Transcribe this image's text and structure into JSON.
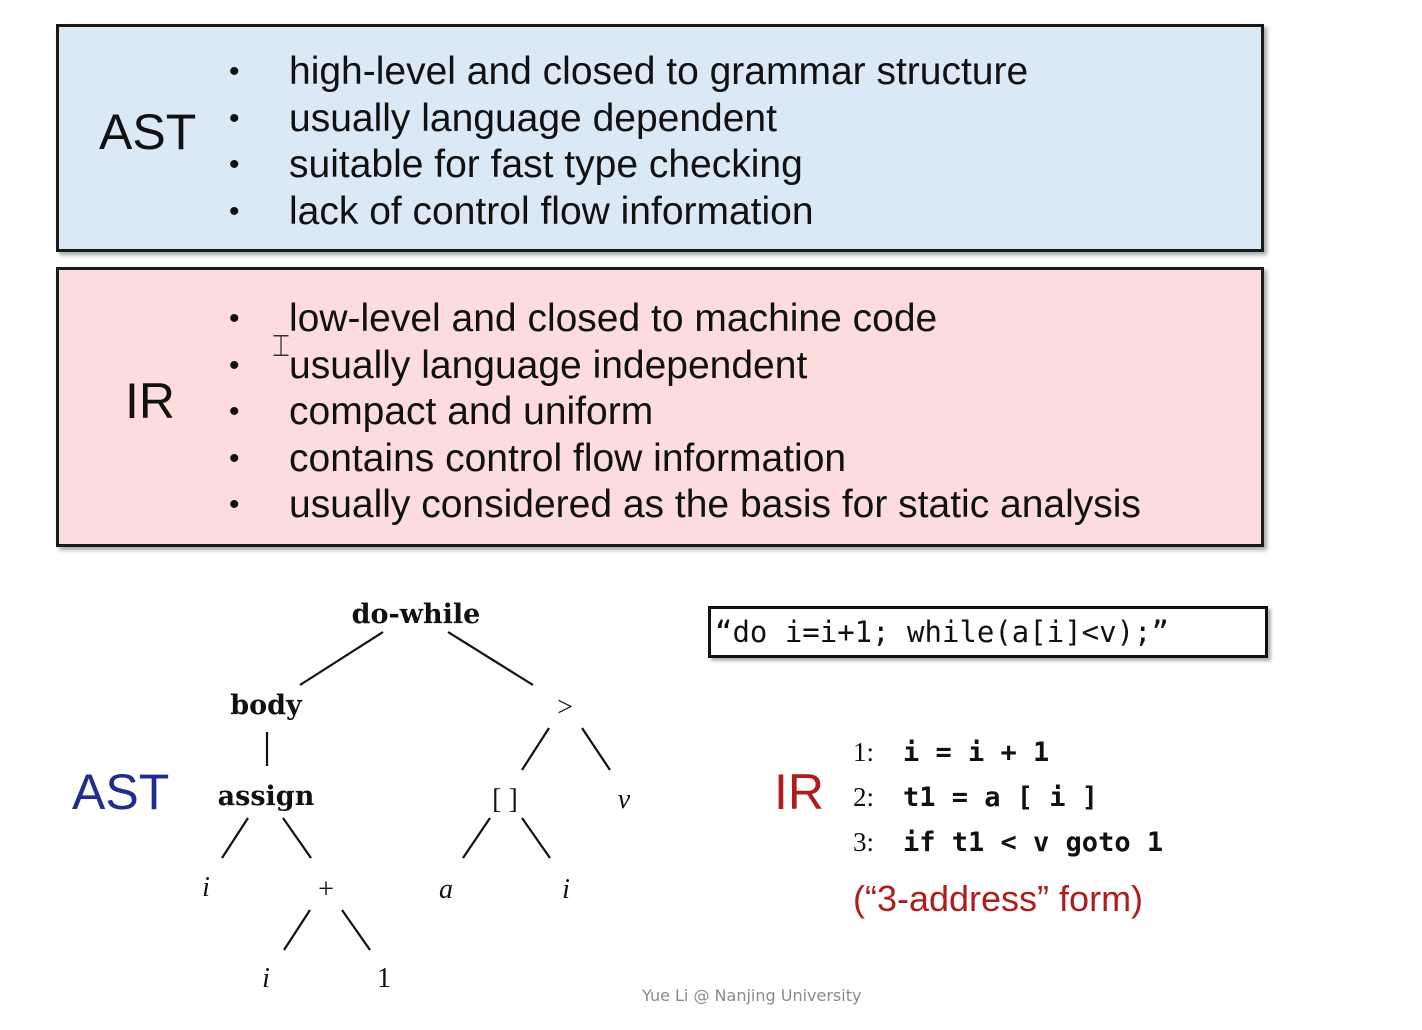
{
  "ast_box": {
    "label": "AST",
    "bullets": [
      "high-level and closed to grammar structure",
      "usually language dependent",
      "suitable for fast type checking",
      "lack of control flow information"
    ]
  },
  "ir_box": {
    "label": "IR",
    "bullets": [
      "low-level and closed to machine code",
      "usually language independent",
      "compact and uniform",
      "contains control flow information",
      "usually considered as the basis for static analysis"
    ]
  },
  "ast_diagram": {
    "label": "AST",
    "nodes": {
      "root": "do-while",
      "body": "body",
      "gt": ">",
      "assign": "assign",
      "index": "[ ]",
      "v": "v",
      "i1": "i",
      "plus": "+",
      "a": "a",
      "i2": "i",
      "i3": "i",
      "one": "1"
    }
  },
  "source_code": "“do i=i+1; while(a[i]<v);”",
  "ir_diagram": {
    "label": "IR",
    "lines": [
      {
        "num": "1:",
        "code": "i = i + 1"
      },
      {
        "num": "2:",
        "code": "t1 = a [ i ]"
      },
      {
        "num": "3:",
        "code": "if t1 < v goto 1"
      }
    ],
    "form_note": "(“3-address” form)"
  },
  "footer": "Yue Li @ Nanjing University",
  "colors": {
    "ast_box_bg": "#dbe8f5",
    "ir_box_bg": "#fcdcdc",
    "ast_label": "#1f2d8c",
    "ir_label": "#b01c1c"
  },
  "icons": {
    "text_cursor": "text-cursor-icon"
  }
}
